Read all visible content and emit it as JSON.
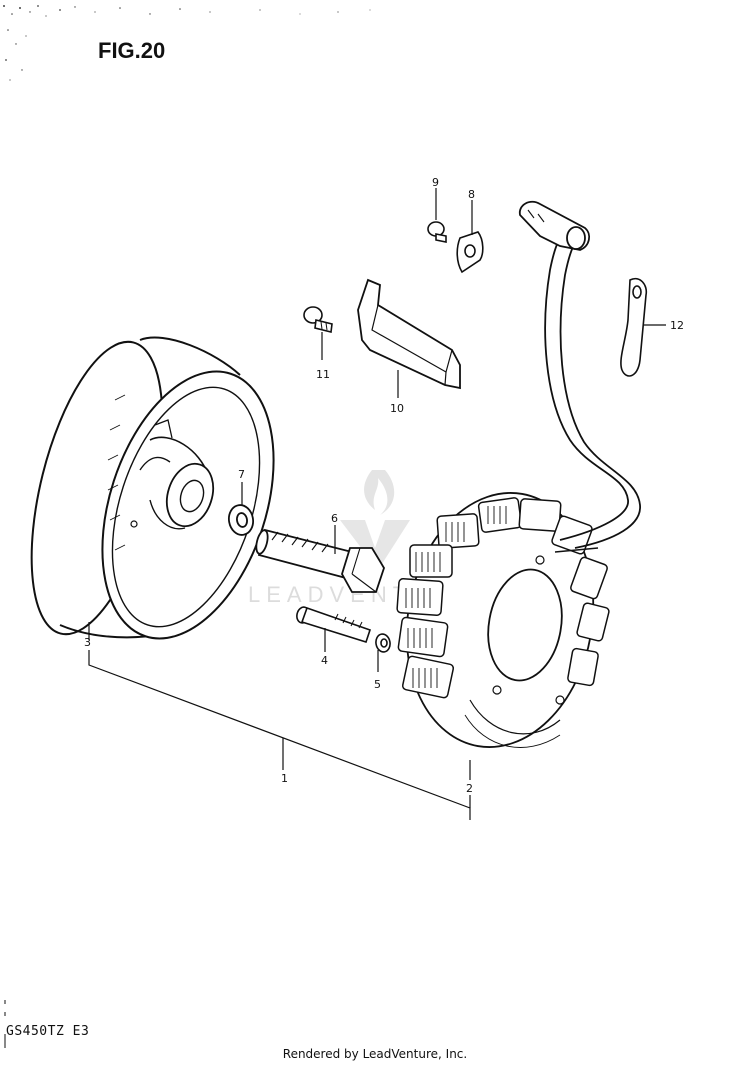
{
  "figure": {
    "title": "FIG.20"
  },
  "model_code": "GS450TZ  E3",
  "footer": "Rendered by LeadVenture, Inc.",
  "watermark": "LEADVENTURE",
  "callouts": [
    "1",
    "2",
    "3",
    "4",
    "5",
    "6",
    "7",
    "8",
    "9",
    "10",
    "11",
    "12"
  ],
  "colors": {
    "ink": "#111111",
    "watermark": "#dcdcdc",
    "background": "#ffffff"
  }
}
